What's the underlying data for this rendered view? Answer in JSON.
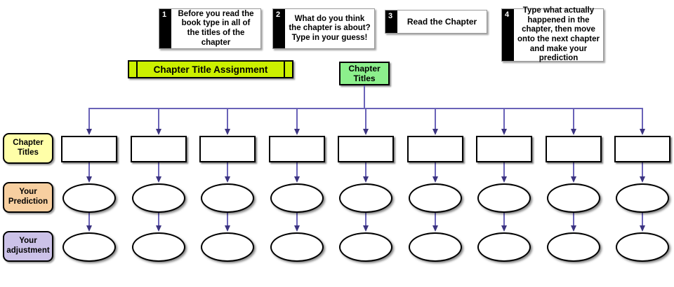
{
  "diagram": {
    "title_banner": {
      "label": "Chapter Title Assignment",
      "color": "#ccf000"
    },
    "root_node": {
      "label": "Chapter Titles",
      "color": "#8cf08c"
    },
    "steps": [
      {
        "number": "1",
        "text": "Before you read the book type in all of the titles of the chapter"
      },
      {
        "number": "2",
        "text": "What do you think the chapter is about? Type in your guess!"
      },
      {
        "number": "3",
        "text": "Read the Chapter"
      },
      {
        "number": "4",
        "text": "Type what actually happened in the chapter, then move onto the next chapter and make your prediction"
      }
    ],
    "row_labels": [
      {
        "label": "Chapter Titles",
        "color": "#ffffa8"
      },
      {
        "label": "Your Prediction",
        "color": "#f7cfa0"
      },
      {
        "label": "Your adjustment",
        "color": "#ccc2e8"
      }
    ],
    "rows": [
      {
        "name": "chapter-titles-row",
        "shape": "rectangle",
        "cells": [
          "",
          "",
          "",
          "",
          "",
          "",
          "",
          "",
          ""
        ]
      },
      {
        "name": "your-prediction-row",
        "shape": "ellipse",
        "cells": [
          "",
          "",
          "",
          "",
          "",
          "",
          "",
          "",
          ""
        ]
      },
      {
        "name": "your-adjustment-row",
        "shape": "ellipse",
        "cells": [
          "",
          "",
          "",
          "",
          "",
          "",
          "",
          "",
          ""
        ]
      }
    ],
    "column_count": "9",
    "connector_color": "#6a63b8",
    "arrow_color": "#3b3380"
  }
}
